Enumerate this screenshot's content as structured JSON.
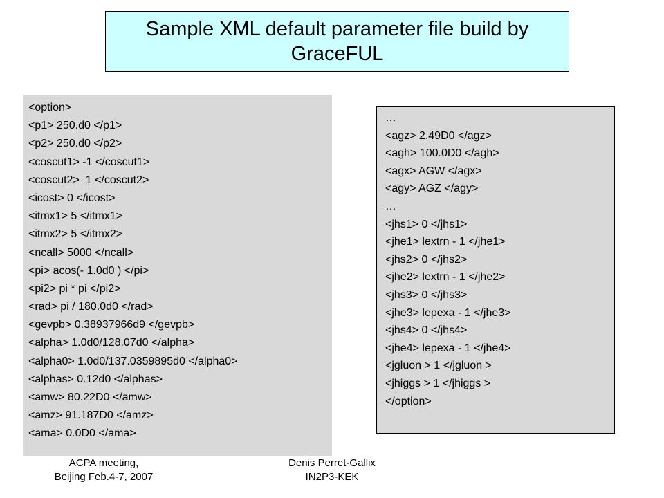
{
  "slide": {
    "title": "Sample XML default parameter file build by GraceFUL",
    "footer_left": [
      "ACPA meeting,",
      "Beijing Feb.4-7, 2007"
    ],
    "footer_right": [
      "Denis Perret-Gallix",
      "IN2P3-KEK"
    ],
    "left_code": [
      "<option>",
      "<p1> 250.d0 </p1>",
      "<p2> 250.d0 </p2>",
      "<coscut1> -1 </coscut1>",
      "<coscut2>  1 </coscut2>",
      "<icost> 0 </icost>",
      "<itmx1> 5 </itmx1>",
      "<itmx2> 5 </itmx2>",
      "<ncall> 5000 </ncall>",
      "<pi> acos(- 1.0d0 ) </pi>",
      "<pi2> pi * pi </pi2>",
      "<rad> pi / 180.0d0 </rad>",
      "<gevpb> 0.38937966d9 </gevpb>",
      "<alpha> 1.0d0/128.07d0 </alpha>",
      "<alpha0> 1.0d0/137.0359895d0 </alpha0>",
      "<alphas> 0.12d0 </alphas>",
      "<amw> 80.22D0 </amw>",
      "<amz> 91.187D0 </amz>",
      "<ama> 0.0D0 </ama>"
    ],
    "right_code": [
      "…",
      "<agz> 2.49D0 </agz>",
      "<agh> 100.0D0 </agh>",
      "<agx> AGW </agx>",
      "<agy> AGZ </agy>",
      "…",
      "<jhs1> 0 </jhs1>",
      "<jhe1> lextrn - 1 </jhe1>",
      "<jhs2> 0 </jhs2>",
      "<jhe2> lextrn - 1 </jhe2>",
      "<jhs3> 0 </jhs3>",
      "<jhe3> lepexa - 1 </jhe3>",
      "<jhs4> 0 </jhs4>",
      "<jhe4> lepexa - 1 </jhe4>",
      "<jgluon > 1 </jgluon >",
      "<jhiggs > 1 </jhiggs >",
      "</option>"
    ],
    "colors": {
      "title_background": "#ccffff",
      "code_background": "#d9d9d9"
    }
  }
}
